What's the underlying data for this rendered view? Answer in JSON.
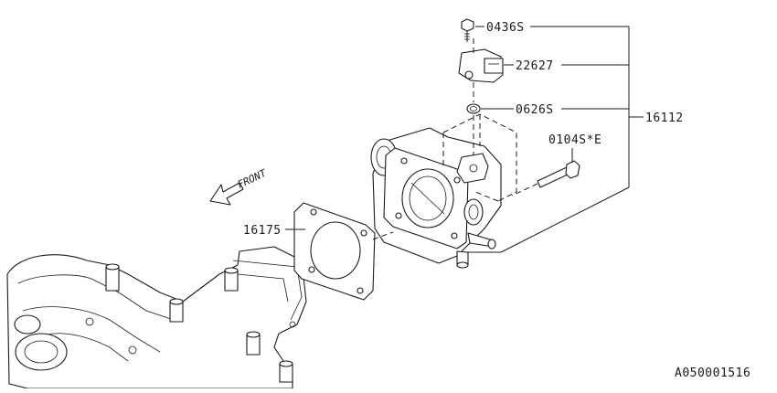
{
  "diagram": {
    "ref_code": "A050001516",
    "front_label": "FRONT",
    "callouts": [
      {
        "id": "bolt-top",
        "text": "0436S"
      },
      {
        "id": "sensor",
        "text": "22627"
      },
      {
        "id": "oring",
        "text": "0626S"
      },
      {
        "id": "assembly",
        "text": "16112"
      },
      {
        "id": "bolt-side",
        "text": "0104S*E"
      },
      {
        "id": "gasket",
        "text": "16175"
      }
    ]
  }
}
